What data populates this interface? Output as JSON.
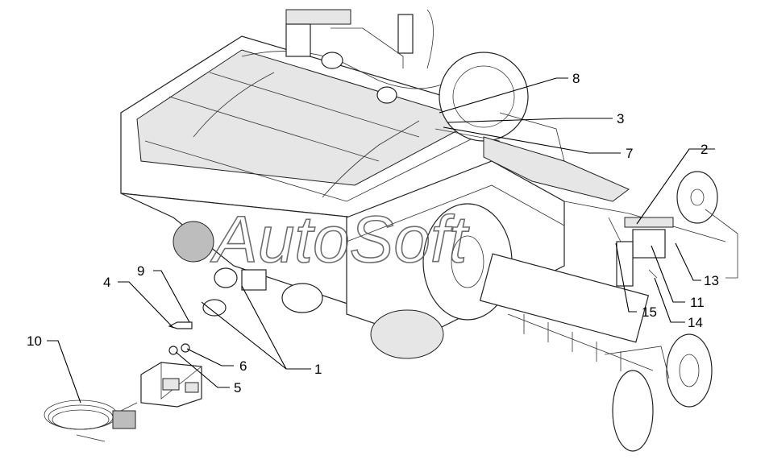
{
  "diagram": {
    "watermark": "AutoSoft",
    "callouts": [
      {
        "id": "c1",
        "label": "1"
      },
      {
        "id": "c2",
        "label": "2"
      },
      {
        "id": "c3",
        "label": "3"
      },
      {
        "id": "c4",
        "label": "4"
      },
      {
        "id": "c5",
        "label": "5"
      },
      {
        "id": "c6",
        "label": "6"
      },
      {
        "id": "c7",
        "label": "7"
      },
      {
        "id": "c8",
        "label": "8"
      },
      {
        "id": "c9",
        "label": "9"
      },
      {
        "id": "c10",
        "label": "10"
      },
      {
        "id": "c11",
        "label": "11"
      },
      {
        "id": "c13",
        "label": "13"
      },
      {
        "id": "c14",
        "label": "14"
      },
      {
        "id": "c15",
        "label": "15"
      }
    ]
  }
}
